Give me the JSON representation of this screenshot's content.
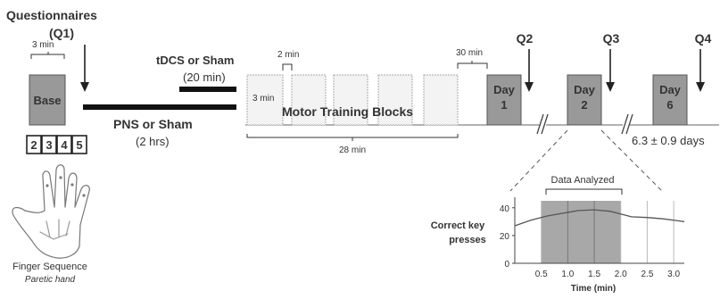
{
  "questionnaires": {
    "line1": "Questionnaires",
    "line2": "(Q1)"
  },
  "baseline": {
    "duration": "3 min",
    "label": "Base"
  },
  "finger_keys": [
    "2",
    "3",
    "4",
    "5"
  ],
  "finger_caption": {
    "line1": "Finger Sequence",
    "line2": "Paretic hand"
  },
  "pns": {
    "label": "PNS or Sham",
    "duration": "(2 hrs)"
  },
  "tdcs": {
    "label": "tDCS or Sham",
    "duration": "(20 min)"
  },
  "training": {
    "label": "Motor Training Blocks",
    "block_duration": "3 min",
    "rest_duration": "2 min",
    "total_duration": "28 min",
    "delay": "30 min"
  },
  "days": [
    {
      "line1": "Day",
      "line2": "1"
    },
    {
      "line1": "Day",
      "line2": "2"
    },
    {
      "line1": "Day",
      "line2": "6"
    }
  ],
  "questionnaire_marks": [
    "Q2",
    "Q3",
    "Q4"
  ],
  "day6_interval": "6.3 ± 0.9 days",
  "chart_data": {
    "type": "line",
    "title": "Data Analyzed",
    "ylabel": "Correct key presses",
    "xlabel": "Time (min)",
    "x_ticks": [
      "0.5",
      "1.0",
      "1.5",
      "2.0",
      "2.5",
      "3.0"
    ],
    "y_ticks": [
      "0",
      "20",
      "40"
    ],
    "xlim": [
      0,
      3.2
    ],
    "ylim": [
      0,
      45
    ],
    "analyzed_window": [
      0.5,
      2.0
    ],
    "series": [
      {
        "x": [
          0,
          0.3,
          0.6,
          0.9,
          1.2,
          1.5,
          1.8,
          2.0,
          2.2,
          2.5,
          2.8,
          3.2
        ],
        "values": [
          27,
          31,
          34,
          36,
          38,
          38.5,
          37.5,
          35.5,
          33.5,
          33,
          32,
          30
        ]
      }
    ]
  }
}
